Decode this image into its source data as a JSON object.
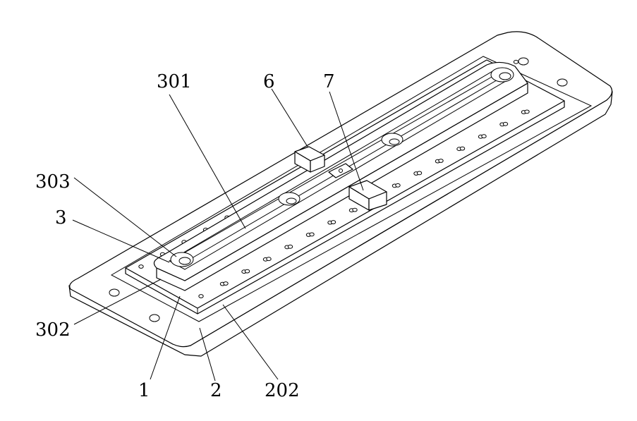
{
  "callouts": [
    {
      "id": "c301",
      "text": "301"
    },
    {
      "id": "c6",
      "text": "6"
    },
    {
      "id": "c7",
      "text": "7"
    },
    {
      "id": "c303",
      "text": "303"
    },
    {
      "id": "c3",
      "text": "3"
    },
    {
      "id": "c302",
      "text": "302"
    },
    {
      "id": "c1",
      "text": "1"
    },
    {
      "id": "c2",
      "text": "2"
    },
    {
      "id": "c202",
      "text": "202"
    }
  ]
}
